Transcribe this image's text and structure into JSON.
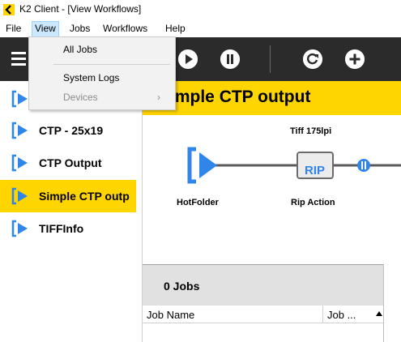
{
  "window": {
    "title": "K2 Client - [View Workflows]"
  },
  "menubar": {
    "items": [
      "File",
      "View",
      "Jobs",
      "Workflows",
      "Help"
    ]
  },
  "toolbar": {
    "icons": [
      "menu-icon",
      "play-icon",
      "pause-icon",
      "refresh-icon",
      "add-icon"
    ]
  },
  "view_menu": {
    "items": [
      {
        "label": "All Jobs",
        "enabled": true
      },
      {
        "label": "System Logs",
        "enabled": true
      },
      {
        "label": "Devices",
        "enabled": false,
        "has_submenu": true
      }
    ],
    "submenu_glyph": "›"
  },
  "sidebar": {
    "items": [
      {
        "label": ""
      },
      {
        "label": "CTP - 25x19"
      },
      {
        "label": "CTP Output"
      },
      {
        "label": "Simple CTP outp",
        "selected": true
      },
      {
        "label": "TIFFInfo"
      }
    ]
  },
  "workflow": {
    "title": "Simple CTP output",
    "nodes": [
      {
        "label": "HotFolder",
        "icon": "hotfolder-icon"
      },
      {
        "label": "Rip Action",
        "top_label": "Tiff 175lpi",
        "icon": "rip-icon",
        "icon_text": "RIP"
      }
    ]
  },
  "jobs": {
    "count_label": "0 Jobs",
    "columns": [
      "Job Name",
      "Job ..."
    ]
  },
  "colors": {
    "accent": "#ffd500",
    "toolbar": "#2b2b2b",
    "icon_blue": "#2f86e8"
  }
}
